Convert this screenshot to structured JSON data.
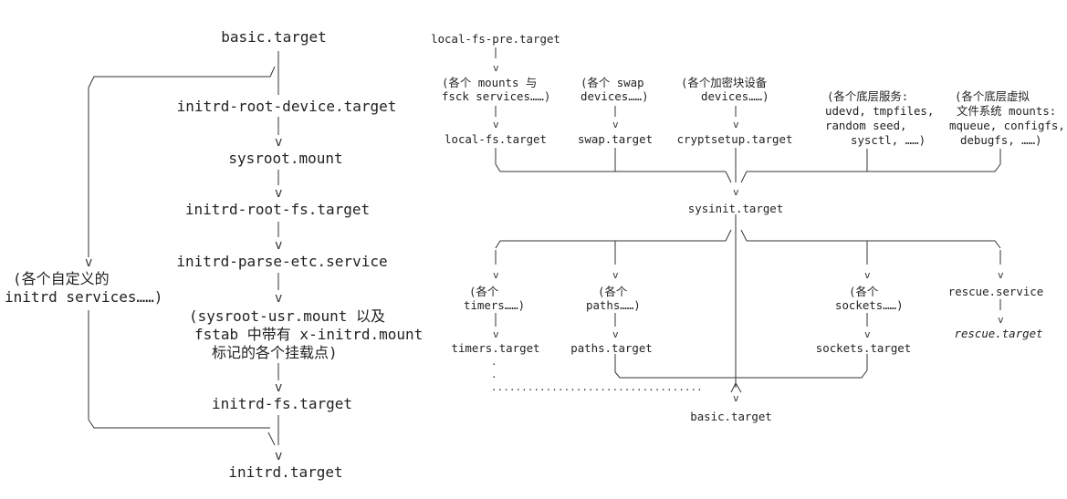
{
  "left": {
    "basic_target": "basic.target",
    "initrd_root_device_target": "initrd-root-device.target",
    "sysroot_mount": "sysroot.mount",
    "initrd_root_fs_target": "initrd-root-fs.target",
    "initrd_parse_etc_service": "initrd-parse-etc.service",
    "sysroot_usr_line1": "(sysroot-usr.mount 以及",
    "sysroot_usr_line2": "fstab 中带有 x-initrd.mount",
    "sysroot_usr_line3": "标记的各个挂载点)",
    "initrd_fs_target": "initrd-fs.target",
    "initrd_target": "initrd.target",
    "custom_services_line1": "(各个自定义的",
    "custom_services_line2": "initrd services……)"
  },
  "right": {
    "local_fs_pre_target": "local-fs-pre.target",
    "mounts_line1": "(各个 mounts 与",
    "mounts_line2": "fsck services……)",
    "local_fs_target": "local-fs.target",
    "swap_line1": "(各个 swap",
    "swap_line2": "devices……)",
    "swap_target": "swap.target",
    "crypt_line1": "(各个加密块设备",
    "crypt_line2": "devices……)",
    "cryptsetup_target": "cryptsetup.target",
    "lowlevel_line1": "(各个底层服务:",
    "lowlevel_line2": "udevd, tmpfiles,",
    "lowlevel_line3": "random seed,",
    "lowlevel_line4": "sysctl, ……)",
    "vfs_line1": "(各个底层虚拟",
    "vfs_line2": "文件系统 mounts:",
    "vfs_line3": "mqueue, configfs,",
    "vfs_line4": "debugfs, ……)",
    "sysinit_target": "sysinit.target",
    "timers_line1": "(各个",
    "timers_line2": "timers……)",
    "timers_target": "timers.target",
    "paths_line1": "(各个",
    "paths_line2": "paths……)",
    "paths_target": "paths.target",
    "sockets_line1": "(各个",
    "sockets_line2": "sockets……)",
    "sockets_target": "sockets.target",
    "rescue_service": "rescue.service",
    "rescue_target": "rescue.target",
    "basic_target": "basic.target"
  }
}
